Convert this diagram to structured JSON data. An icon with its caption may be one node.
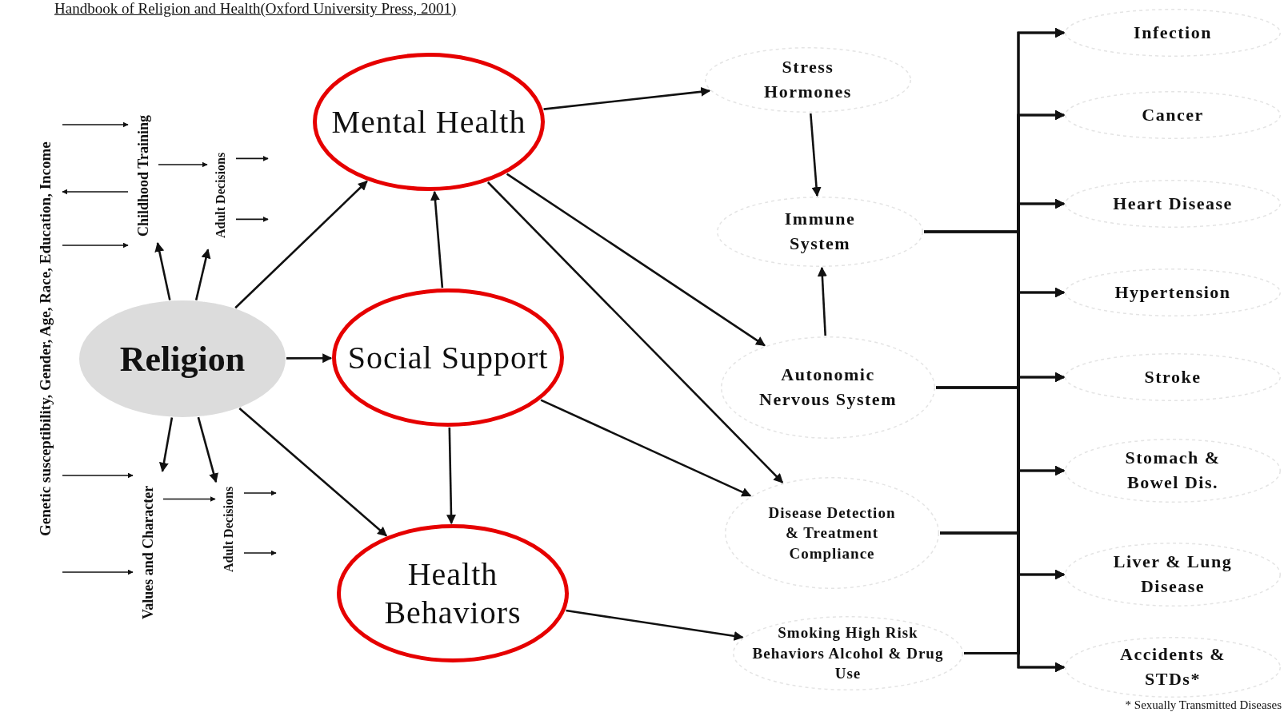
{
  "diagram": {
    "nodes": [
      {
        "text": [
          "Genetic susceptibility, Gender, Age, Race, Education, Income"
        ]
      },
      {
        "text": [
          "Childhood Training"
        ]
      },
      {
        "text": [
          "Adult Decisions"
        ]
      },
      {
        "text": [
          "Religion"
        ]
      },
      {
        "text": [
          "Values and Character"
        ]
      },
      {
        "text": [
          "Adult Decisions"
        ]
      },
      {
        "text": [
          "Mental Health"
        ]
      },
      {
        "text": [
          "Social Support"
        ]
      },
      {
        "text": [
          "Health Behaviors"
        ]
      },
      {
        "text": [
          "Stress Hormones"
        ]
      },
      {
        "text": [
          "Immune System"
        ]
      },
      {
        "text": [
          "Autonomic Nervous System"
        ]
      },
      {
        "text": [
          "Disease Detection & Treatment Compliance"
        ]
      },
      {
        "text": [
          "Smoking High Risk Behaviors Alcohol & Drug Use"
        ]
      },
      {
        "text": [
          "Infection"
        ]
      },
      {
        "text": [
          "Cancer"
        ]
      },
      {
        "text": [
          "Heart Disease"
        ]
      },
      {
        "text": [
          "Hypertension"
        ]
      },
      {
        "text": [
          "Stroke"
        ]
      },
      {
        "text": [
          "Stomach & Bowel Dis."
        ]
      },
      {
        "text": [
          "Liver & Lung Disease"
        ]
      },
      {
        "text": [
          "Accidents & STDs*"
        ]
      }
    ],
    "edges": [
      {
        "from": 0,
        "to": 1,
        "arrow": "to"
      },
      {
        "from": 0,
        "to": 1,
        "arrow": "to"
      },
      {
        "from": 1,
        "to": 0,
        "arrow": "to"
      },
      {
        "from": 0,
        "to": 4,
        "arrow": "to"
      },
      {
        "from": 0,
        "to": 4,
        "arrow": "to"
      },
      {
        "from": 1,
        "to": 2,
        "arrow": "to"
      },
      {
        "from": 2,
        "to": null,
        "arrow": "to"
      },
      {
        "from": 2,
        "to": null,
        "arrow": "to"
      },
      {
        "from": 4,
        "to": 5,
        "arrow": "to"
      },
      {
        "from": 5,
        "to": null,
        "arrow": "to"
      },
      {
        "from": 5,
        "to": null,
        "arrow": "to"
      },
      {
        "from": 3,
        "to": 1,
        "arrow": "to"
      },
      {
        "from": 3,
        "to": 2,
        "arrow": "to"
      },
      {
        "from": 3,
        "to": 4,
        "arrow": "to"
      },
      {
        "from": 3,
        "to": 5,
        "arrow": "to"
      },
      {
        "from": 3,
        "to": 6,
        "arrow": "to"
      },
      {
        "from": 3,
        "to": 7,
        "arrow": "to"
      },
      {
        "from": 3,
        "to": 8,
        "arrow": "to"
      },
      {
        "from": 7,
        "to": 6,
        "arrow": "to"
      },
      {
        "from": 7,
        "to": 8,
        "arrow": "to"
      },
      {
        "from": 6,
        "to": 9,
        "arrow": "to"
      },
      {
        "from": 6,
        "to": 11,
        "arrow": "to"
      },
      {
        "from": 6,
        "to": 12,
        "arrow": "to"
      },
      {
        "from": 7,
        "to": 12,
        "arrow": "to"
      },
      {
        "from": 8,
        "to": 13,
        "arrow": "to"
      },
      {
        "from": 9,
        "to": 10,
        "arrow": "to"
      },
      {
        "from": 11,
        "to": 10,
        "arrow": "to"
      },
      {
        "from": 10,
        "to": 14,
        "arrow": "to"
      },
      {
        "from": 10,
        "to": 15,
        "arrow": "to"
      },
      {
        "from": 10,
        "to": 16,
        "arrow": "to"
      },
      {
        "from": 10,
        "to": 17,
        "arrow": "to"
      },
      {
        "from": 10,
        "to": 18,
        "arrow": "to"
      },
      {
        "from": 10,
        "to": 19,
        "arrow": "to"
      },
      {
        "from": 10,
        "to": 20,
        "arrow": "to"
      },
      {
        "from": 10,
        "to": 21,
        "arrow": "to"
      },
      {
        "from": 11,
        "to": 14,
        "arrow": "to"
      },
      {
        "from": 11,
        "to": 15,
        "arrow": "to"
      },
      {
        "from": 11,
        "to": 16,
        "arrow": "to"
      },
      {
        "from": 11,
        "to": 17,
        "arrow": "to"
      },
      {
        "from": 11,
        "to": 18,
        "arrow": "to"
      },
      {
        "from": 11,
        "to": 19,
        "arrow": "to"
      },
      {
        "from": 11,
        "to": 20,
        "arrow": "to"
      },
      {
        "from": 11,
        "to": 21,
        "arrow": "to"
      },
      {
        "from": 12,
        "to": 14,
        "arrow": "to"
      },
      {
        "from": 12,
        "to": 15,
        "arrow": "to"
      },
      {
        "from": 12,
        "to": 16,
        "arrow": "to"
      },
      {
        "from": 12,
        "to": 17,
        "arrow": "to"
      },
      {
        "from": 12,
        "to": 18,
        "arrow": "to"
      },
      {
        "from": 12,
        "to": 19,
        "arrow": "to"
      },
      {
        "from": 12,
        "to": 20,
        "arrow": "to"
      },
      {
        "from": 12,
        "to": 21,
        "arrow": "to"
      },
      {
        "from": 13,
        "to": 14,
        "arrow": "to"
      },
      {
        "from": 13,
        "to": 15,
        "arrow": "to"
      },
      {
        "from": 13,
        "to": 16,
        "arrow": "to"
      },
      {
        "from": 13,
        "to": 17,
        "arrow": "to"
      },
      {
        "from": 13,
        "to": 18,
        "arrow": "to"
      },
      {
        "from": 13,
        "to": 19,
        "arrow": "to"
      },
      {
        "from": 13,
        "to": 20,
        "arrow": "to"
      },
      {
        "from": 13,
        "to": 21,
        "arrow": "to"
      }
    ],
    "labels": [
      "Handbook of Religion and Health(Oxford University Press, 2001)",
      "* Sexually Transmitted Diseases"
    ]
  }
}
